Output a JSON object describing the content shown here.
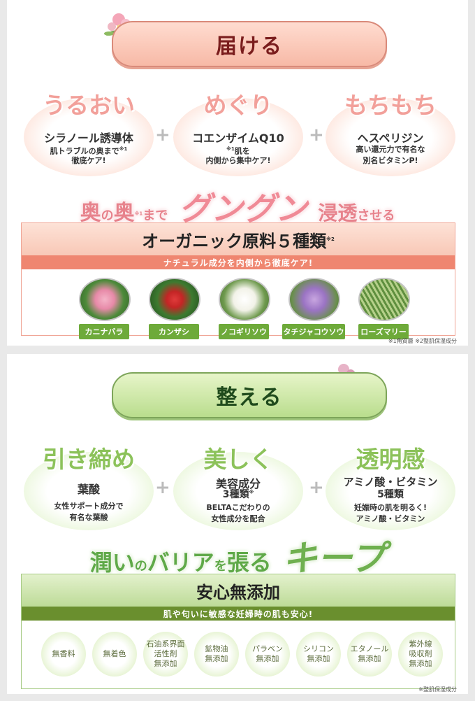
{
  "section1": {
    "banner": "届ける",
    "circles": [
      {
        "big": "うるおい",
        "mid": "シラノール誘導体",
        "small1": "肌トラブルの奥まで",
        "small2": "徹底ケア!",
        "note": "※1"
      },
      {
        "big": "めぐり",
        "mid": "コエンザイムQ10",
        "small1": "肌を",
        "small2": "内側から集中ケア!",
        "note": "※1"
      },
      {
        "big": "もちもち",
        "mid": "ヘスペリジン",
        "small1": "高い還元力で有名な",
        "small2": "別名ビタミンP!"
      }
    ],
    "headline": {
      "a": "奥",
      "b": "の",
      "c": "奥",
      "d": "まで",
      "e": "グングン",
      "f": "浸透",
      "g": "させる",
      "note": "※1"
    },
    "box_title": "オーガニック原料５種類",
    "box_title_note": "※2",
    "box_strip": "ナチュラル成分を内側から徹底ケア!",
    "herbs": [
      "カニナバラ",
      "カンザシ",
      "ノコギリソウ",
      "タチジャコウソウ",
      "ローズマリー"
    ],
    "footnote": "※1角質層 ※2整肌保湿成分"
  },
  "section2": {
    "banner": "整える",
    "circles": [
      {
        "big": "引き締め",
        "mid": "葉酸",
        "small1": "女性サポート成分で",
        "small2": "有名な葉酸"
      },
      {
        "big": "美しく",
        "mid": "美容成分",
        "mid2": "3種類",
        "note": "※",
        "small1": "BELTAこだわりの",
        "small2": "女性成分を配合"
      },
      {
        "big": "透明感",
        "mid": "アミノ酸・ビタミン",
        "mid2": "5種類",
        "small1": "妊娠時の肌を明るく!",
        "small2": "アミノ酸・ビタミン"
      }
    ],
    "headline": {
      "a": "潤い",
      "b": "の",
      "c": "バリア",
      "d": "を",
      "e": "張る",
      "f": "キープ"
    },
    "box_title": "安心無添加",
    "box_strip": "肌や匂いに敏感な妊婦時の肌も安心!",
    "badges": [
      [
        "無香料"
      ],
      [
        "無着色"
      ],
      [
        "石油系界面",
        "活性剤",
        "無添加"
      ],
      [
        "鉱物油",
        "無添加"
      ],
      [
        "パラベン",
        "無添加"
      ],
      [
        "シリコン",
        "無添加"
      ],
      [
        "エタノール",
        "無添加"
      ],
      [
        "紫外線",
        "吸収剤",
        "無添加"
      ]
    ],
    "footnote": "※整肌保湿成分"
  },
  "colors": {
    "pink_accent": "#f2a09a",
    "green_accent": "#8cc25a",
    "pink_strip": "#ef8670",
    "green_strip": "#6a8f2e"
  },
  "icons": [
    "plus-icon",
    "flower-decoration-icon",
    "herb-photo-icon"
  ]
}
